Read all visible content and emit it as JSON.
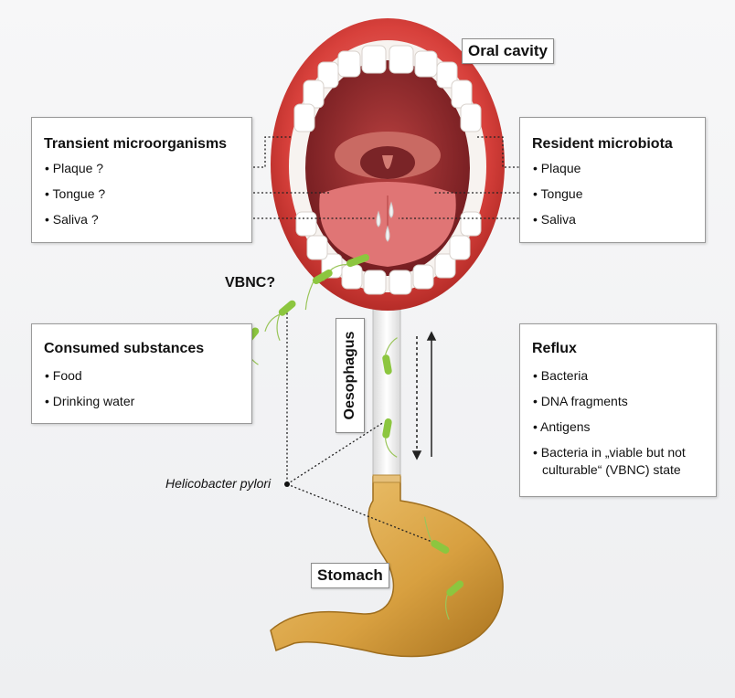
{
  "labels": {
    "oral_cavity": "Oral cavity",
    "stomach": "Stomach",
    "oesophagus": "Oesophagus",
    "vbnc": "VBNC?",
    "helicobacter": "Helicobacter pylori"
  },
  "transient": {
    "title": "Transient microorganisms",
    "items": [
      "Plaque ?",
      "Tongue ?",
      "Saliva ?"
    ]
  },
  "resident": {
    "title": "Resident microbiota",
    "items": [
      "Plaque",
      "Tongue",
      "Saliva"
    ]
  },
  "consumed": {
    "title": "Consumed substances",
    "items": [
      "Food",
      "Drinking water"
    ]
  },
  "reflux": {
    "title": "Reflux",
    "items": [
      "Bacteria",
      "DNA fragments",
      "Antigens",
      "Bacteria in „viable but not",
      "culturable“ (VBNC) state"
    ]
  },
  "colors": {
    "lip": "#c8312f",
    "mouth_inner": "#7a1e22",
    "tooth": "#ffffff",
    "stomach": "#d9a645",
    "bacteria": "#8cc63f"
  }
}
